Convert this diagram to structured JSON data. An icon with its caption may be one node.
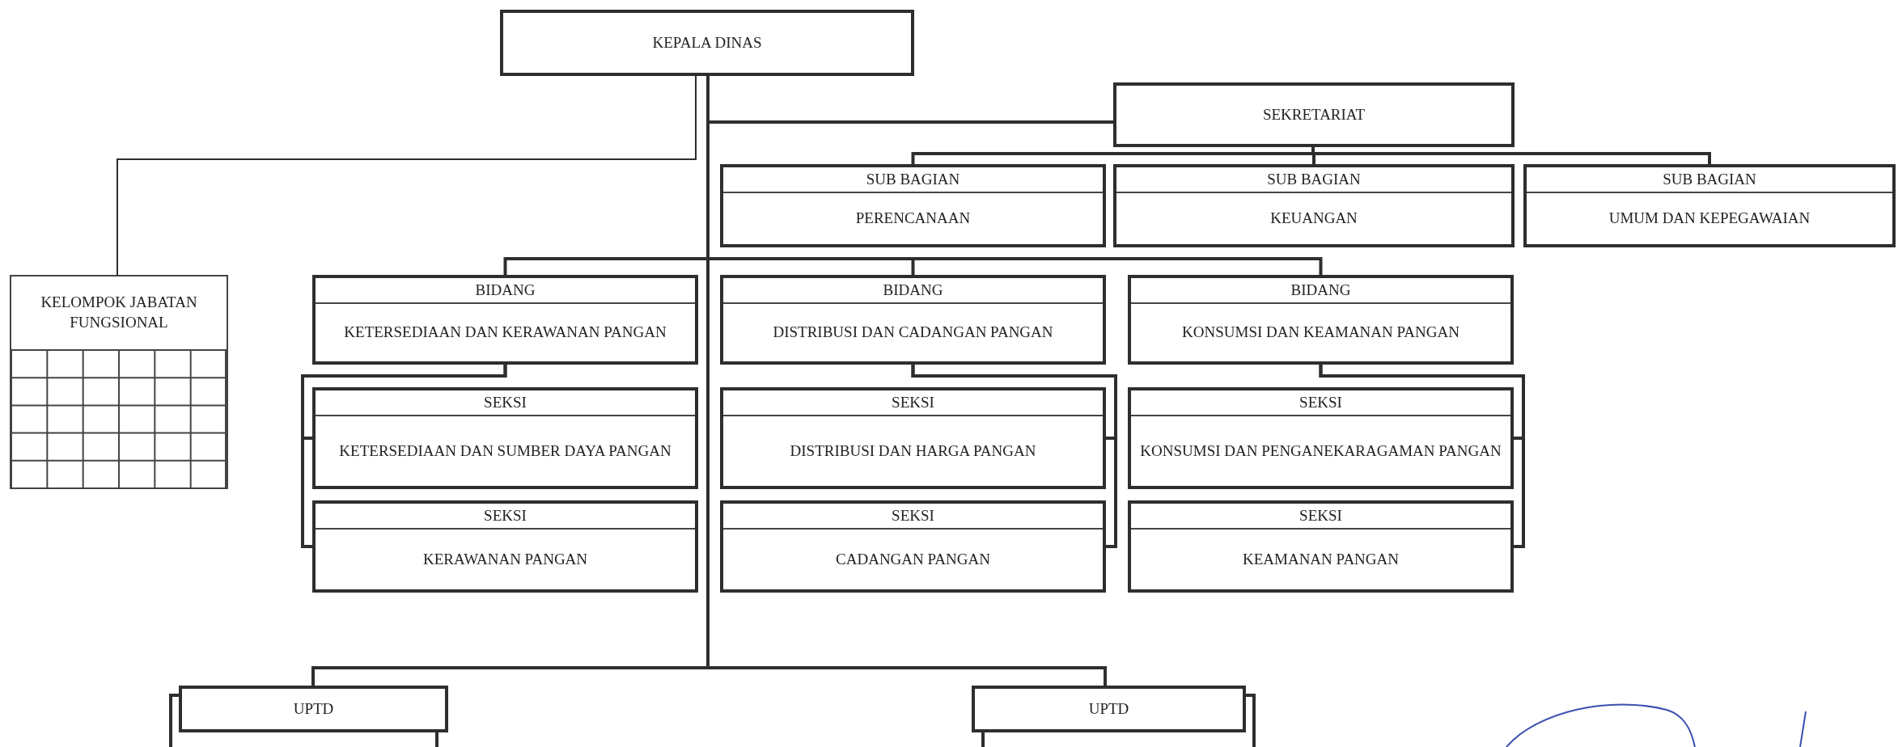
{
  "diagram": {
    "nodes": [
      {
        "text": [
          "KEPALA DINAS"
        ]
      },
      {
        "text": [
          "SEKRETARIAT"
        ]
      },
      {
        "text": [
          "SUB BAGIAN",
          "PERENCANAAN"
        ]
      },
      {
        "text": [
          "SUB BAGIAN",
          "KEUANGAN"
        ]
      },
      {
        "text": [
          "SUB BAGIAN",
          "UMUM DAN KEPEGAWAIAN"
        ]
      },
      {
        "text": [
          "KELOMPOK JABATAN FUNGSIONAL"
        ]
      },
      {
        "text": [
          "BIDANG",
          "KETERSEDIAAN DAN KERAWANAN PANGAN"
        ]
      },
      {
        "text": [
          "BIDANG",
          "DISTRIBUSI DAN CADANGAN PANGAN"
        ]
      },
      {
        "text": [
          "BIDANG",
          "KONSUMSI DAN KEAMANAN  PANGAN"
        ]
      },
      {
        "text": [
          "SEKSI",
          "KETERSEDIAAN DAN SUMBER DAYA PANGAN"
        ]
      },
      {
        "text": [
          "SEKSI",
          "KERAWANAN PANGAN"
        ]
      },
      {
        "text": [
          "SEKSI",
          "DISTRIBUSI DAN HARGA PANGAN"
        ]
      },
      {
        "text": [
          "SEKSI",
          "CADANGAN PANGAN"
        ]
      },
      {
        "text": [
          "SEKSI",
          "KONSUMSI DAN PENGANEKARAGAMAN PANGAN"
        ]
      },
      {
        "text": [
          "SEKSI",
          "KEAMANAN PANGAN"
        ]
      },
      {
        "text": [
          "UPTD"
        ]
      },
      {
        "text": [
          "UPTD"
        ]
      }
    ],
    "edges": [
      {
        "from": 0,
        "to": 1,
        "arrow": "none"
      },
      {
        "from": 0,
        "to": 5,
        "arrow": "none"
      },
      {
        "from": 1,
        "to": 2,
        "arrow": "none"
      },
      {
        "from": 1,
        "to": 3,
        "arrow": "none"
      },
      {
        "from": 1,
        "to": 4,
        "arrow": "none"
      },
      {
        "from": 0,
        "to": 6,
        "arrow": "none"
      },
      {
        "from": 0,
        "to": 7,
        "arrow": "none"
      },
      {
        "from": 0,
        "to": 8,
        "arrow": "none"
      },
      {
        "from": 6,
        "to": 9,
        "arrow": "none"
      },
      {
        "from": 6,
        "to": 10,
        "arrow": "none"
      },
      {
        "from": 7,
        "to": 11,
        "arrow": "none"
      },
      {
        "from": 7,
        "to": 12,
        "arrow": "none"
      },
      {
        "from": 8,
        "to": 13,
        "arrow": "none"
      },
      {
        "from": 8,
        "to": 14,
        "arrow": "none"
      },
      {
        "from": 0,
        "to": 15,
        "arrow": "none"
      },
      {
        "from": 0,
        "to": 16,
        "arrow": "none"
      }
    ]
  }
}
